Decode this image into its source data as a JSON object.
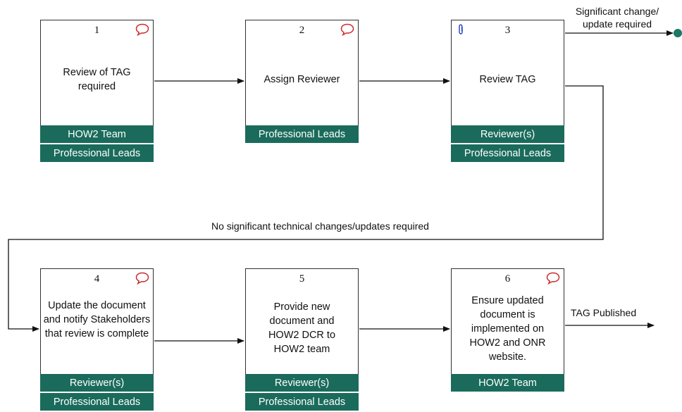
{
  "steps": [
    {
      "num": "1",
      "text": "Review of TAG required",
      "roles": [
        "HOW2 Team",
        "Professional Leads"
      ],
      "icons": [
        "comment-icon"
      ]
    },
    {
      "num": "2",
      "text": "Assign Reviewer",
      "roles": [
        "Professional Leads"
      ],
      "icons": [
        "comment-icon"
      ]
    },
    {
      "num": "3",
      "text": "Review TAG",
      "roles": [
        "Reviewer(s)",
        "Professional Leads"
      ],
      "icons": [
        "attachment-icon"
      ]
    },
    {
      "num": "4",
      "text": "Update the document and notify Stakeholders that review is complete",
      "roles": [
        "Reviewer(s)",
        "Professional Leads"
      ],
      "icons": [
        "comment-icon"
      ]
    },
    {
      "num": "5",
      "text": "Provide new document and HOW2 DCR to HOW2 team",
      "roles": [
        "Reviewer(s)",
        "Professional Leads"
      ],
      "icons": []
    },
    {
      "num": "6",
      "text": "Ensure updated document is implemented on HOW2 and ONR website.",
      "roles": [
        "HOW2 Team"
      ],
      "icons": [
        "comment-icon"
      ]
    }
  ],
  "labels": {
    "significant_change": "Significant change/ update required",
    "no_significant_change": "No significant technical changes/updates required",
    "tag_published": "TAG Published"
  },
  "colors": {
    "role_bar": "#1a6b5b",
    "comment_icon": "#cc2b2b",
    "attachment_icon": "#1f3fbf",
    "end_node": "#1a7a66",
    "connector": "#111111"
  }
}
